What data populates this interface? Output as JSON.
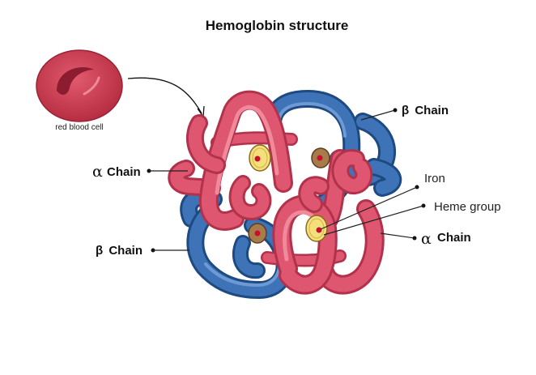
{
  "title": "Hemoglobin structure",
  "red_blood_cell": {
    "label": "red blood cell"
  },
  "labels": {
    "beta_chain_top": {
      "symbol": "β",
      "text": "Chain"
    },
    "alpha_chain_left": {
      "symbol": "α",
      "text": "Chain"
    },
    "beta_chain_bottom": {
      "symbol": "β",
      "text": "Chain"
    },
    "alpha_chain_right": {
      "symbol": "α",
      "text": "Chain"
    },
    "iron": "Iron",
    "heme_group": "Heme group"
  },
  "colors": {
    "alpha_chain": "#de566f",
    "beta_chain": "#3f73b7",
    "heme_group": "#f5df7a",
    "heme_group_dim": "#a77b4a",
    "iron": "#c8102e",
    "red_blood_cell": "#c7384d"
  }
}
